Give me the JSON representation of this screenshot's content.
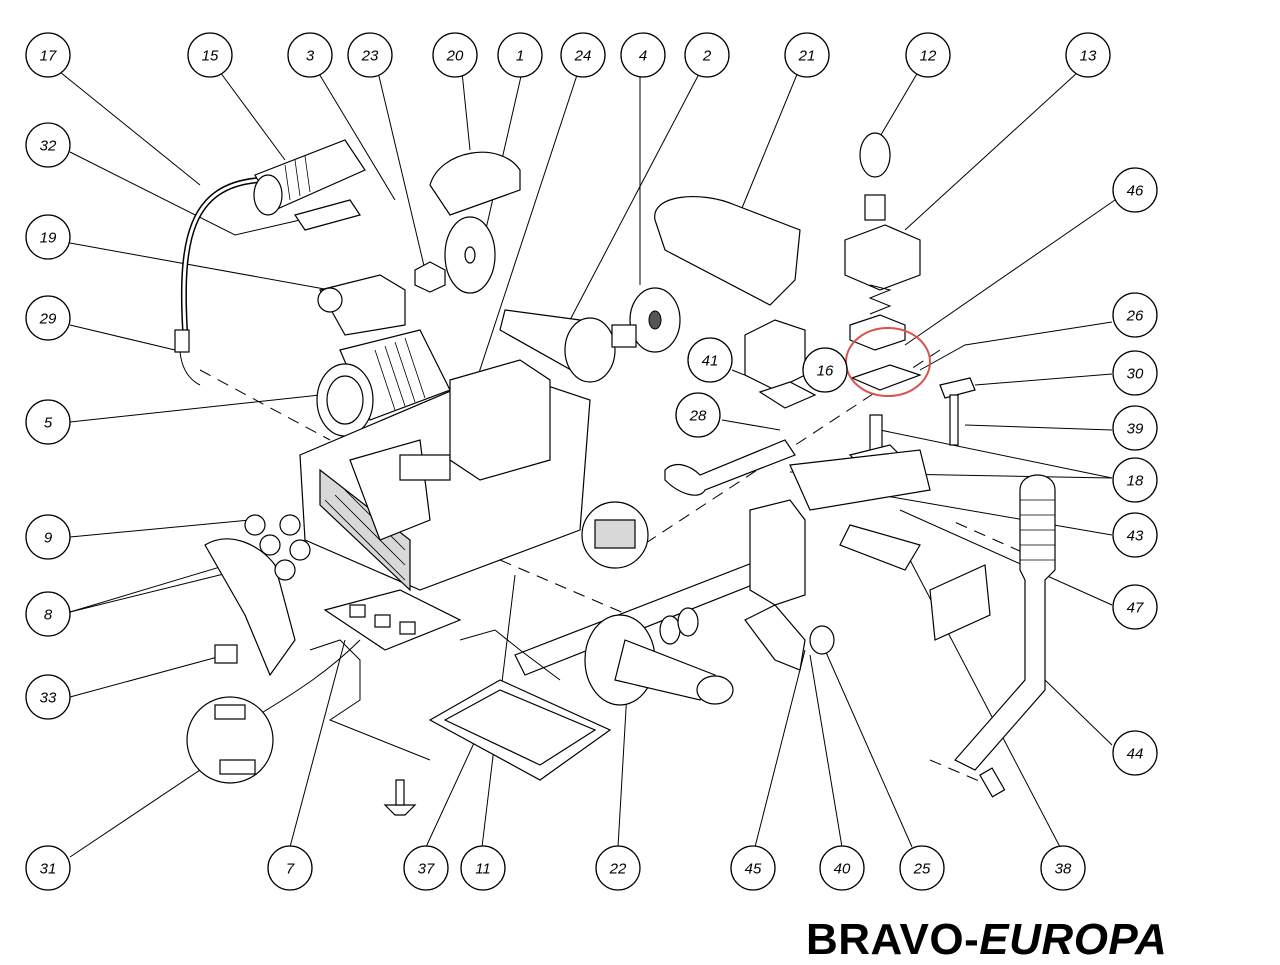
{
  "title": {
    "main": "BRAVO-",
    "italic": "EUROPA"
  },
  "callouts": [
    {
      "label": "17"
    },
    {
      "label": "15"
    },
    {
      "label": "3"
    },
    {
      "label": "23"
    },
    {
      "label": "20"
    },
    {
      "label": "1"
    },
    {
      "label": "24"
    },
    {
      "label": "4"
    },
    {
      "label": "2"
    },
    {
      "label": "21"
    },
    {
      "label": "12"
    },
    {
      "label": "13"
    },
    {
      "label": "32"
    },
    {
      "label": "46"
    },
    {
      "label": "19"
    },
    {
      "label": "29"
    },
    {
      "label": "26"
    },
    {
      "label": "41"
    },
    {
      "label": "16"
    },
    {
      "label": "30"
    },
    {
      "label": "5"
    },
    {
      "label": "28"
    },
    {
      "label": "39"
    },
    {
      "label": "18"
    },
    {
      "label": "9"
    },
    {
      "label": "43"
    },
    {
      "label": "8"
    },
    {
      "label": "47"
    },
    {
      "label": "33"
    },
    {
      "label": "44"
    },
    {
      "label": "31"
    },
    {
      "label": "7"
    },
    {
      "label": "37"
    },
    {
      "label": "11"
    },
    {
      "label": "22"
    },
    {
      "label": "45"
    },
    {
      "label": "40"
    },
    {
      "label": "25"
    },
    {
      "label": "38"
    }
  ],
  "highlight": {
    "color": "#d9534f"
  }
}
